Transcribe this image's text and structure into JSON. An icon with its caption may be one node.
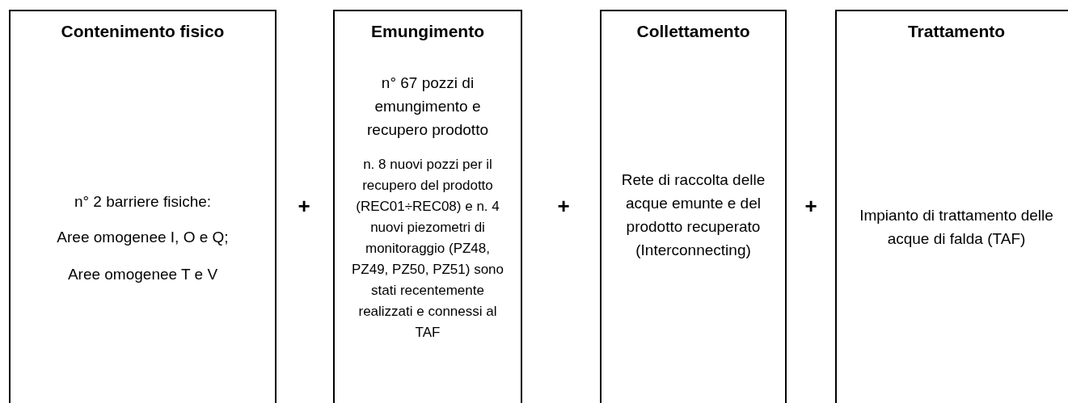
{
  "diagram": {
    "nodes": [
      {
        "text": [
          "Contenimento fisico",
          "n° 2 barriere fisiche:",
          "Aree omogenee I, O e Q;",
          "Aree omogenee T e V"
        ]
      },
      {
        "text": [
          "Emungimento",
          "n° 67 pozzi di emungimento e recupero prodotto",
          "n. 8 nuovi pozzi per il recupero del prodotto (REC01÷REC08) e n. 4 nuovi piezometri di monitoraggio (PZ48, PZ49, PZ50, PZ51) sono stati recentemente realizzati e connessi al TAF"
        ]
      },
      {
        "text": [
          "Collettamento",
          "Rete di raccolta delle acque emunte e del prodotto recuperato (Interconnecting)"
        ]
      },
      {
        "text": [
          "Trattamento",
          "Impianto di trattamento delle acque di falda (TAF)"
        ]
      }
    ],
    "labels": [
      "+",
      "+",
      "+"
    ]
  }
}
